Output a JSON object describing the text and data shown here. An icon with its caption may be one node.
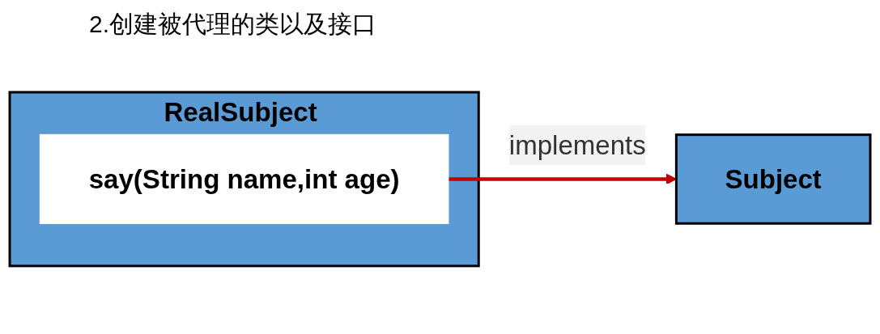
{
  "diagram": {
    "title": "2.创建被代理的类以及接口",
    "nodes": [
      {
        "text": [
          "RealSubject"
        ]
      },
      {
        "text": [
          "say(String name,int age)"
        ],
        "in": 0
      },
      {
        "text": [
          "Subject"
        ]
      }
    ],
    "edges": [
      {
        "from": 1,
        "to": 2,
        "arrow": "to",
        "label": "implements",
        "color": "#c00000"
      }
    ]
  }
}
